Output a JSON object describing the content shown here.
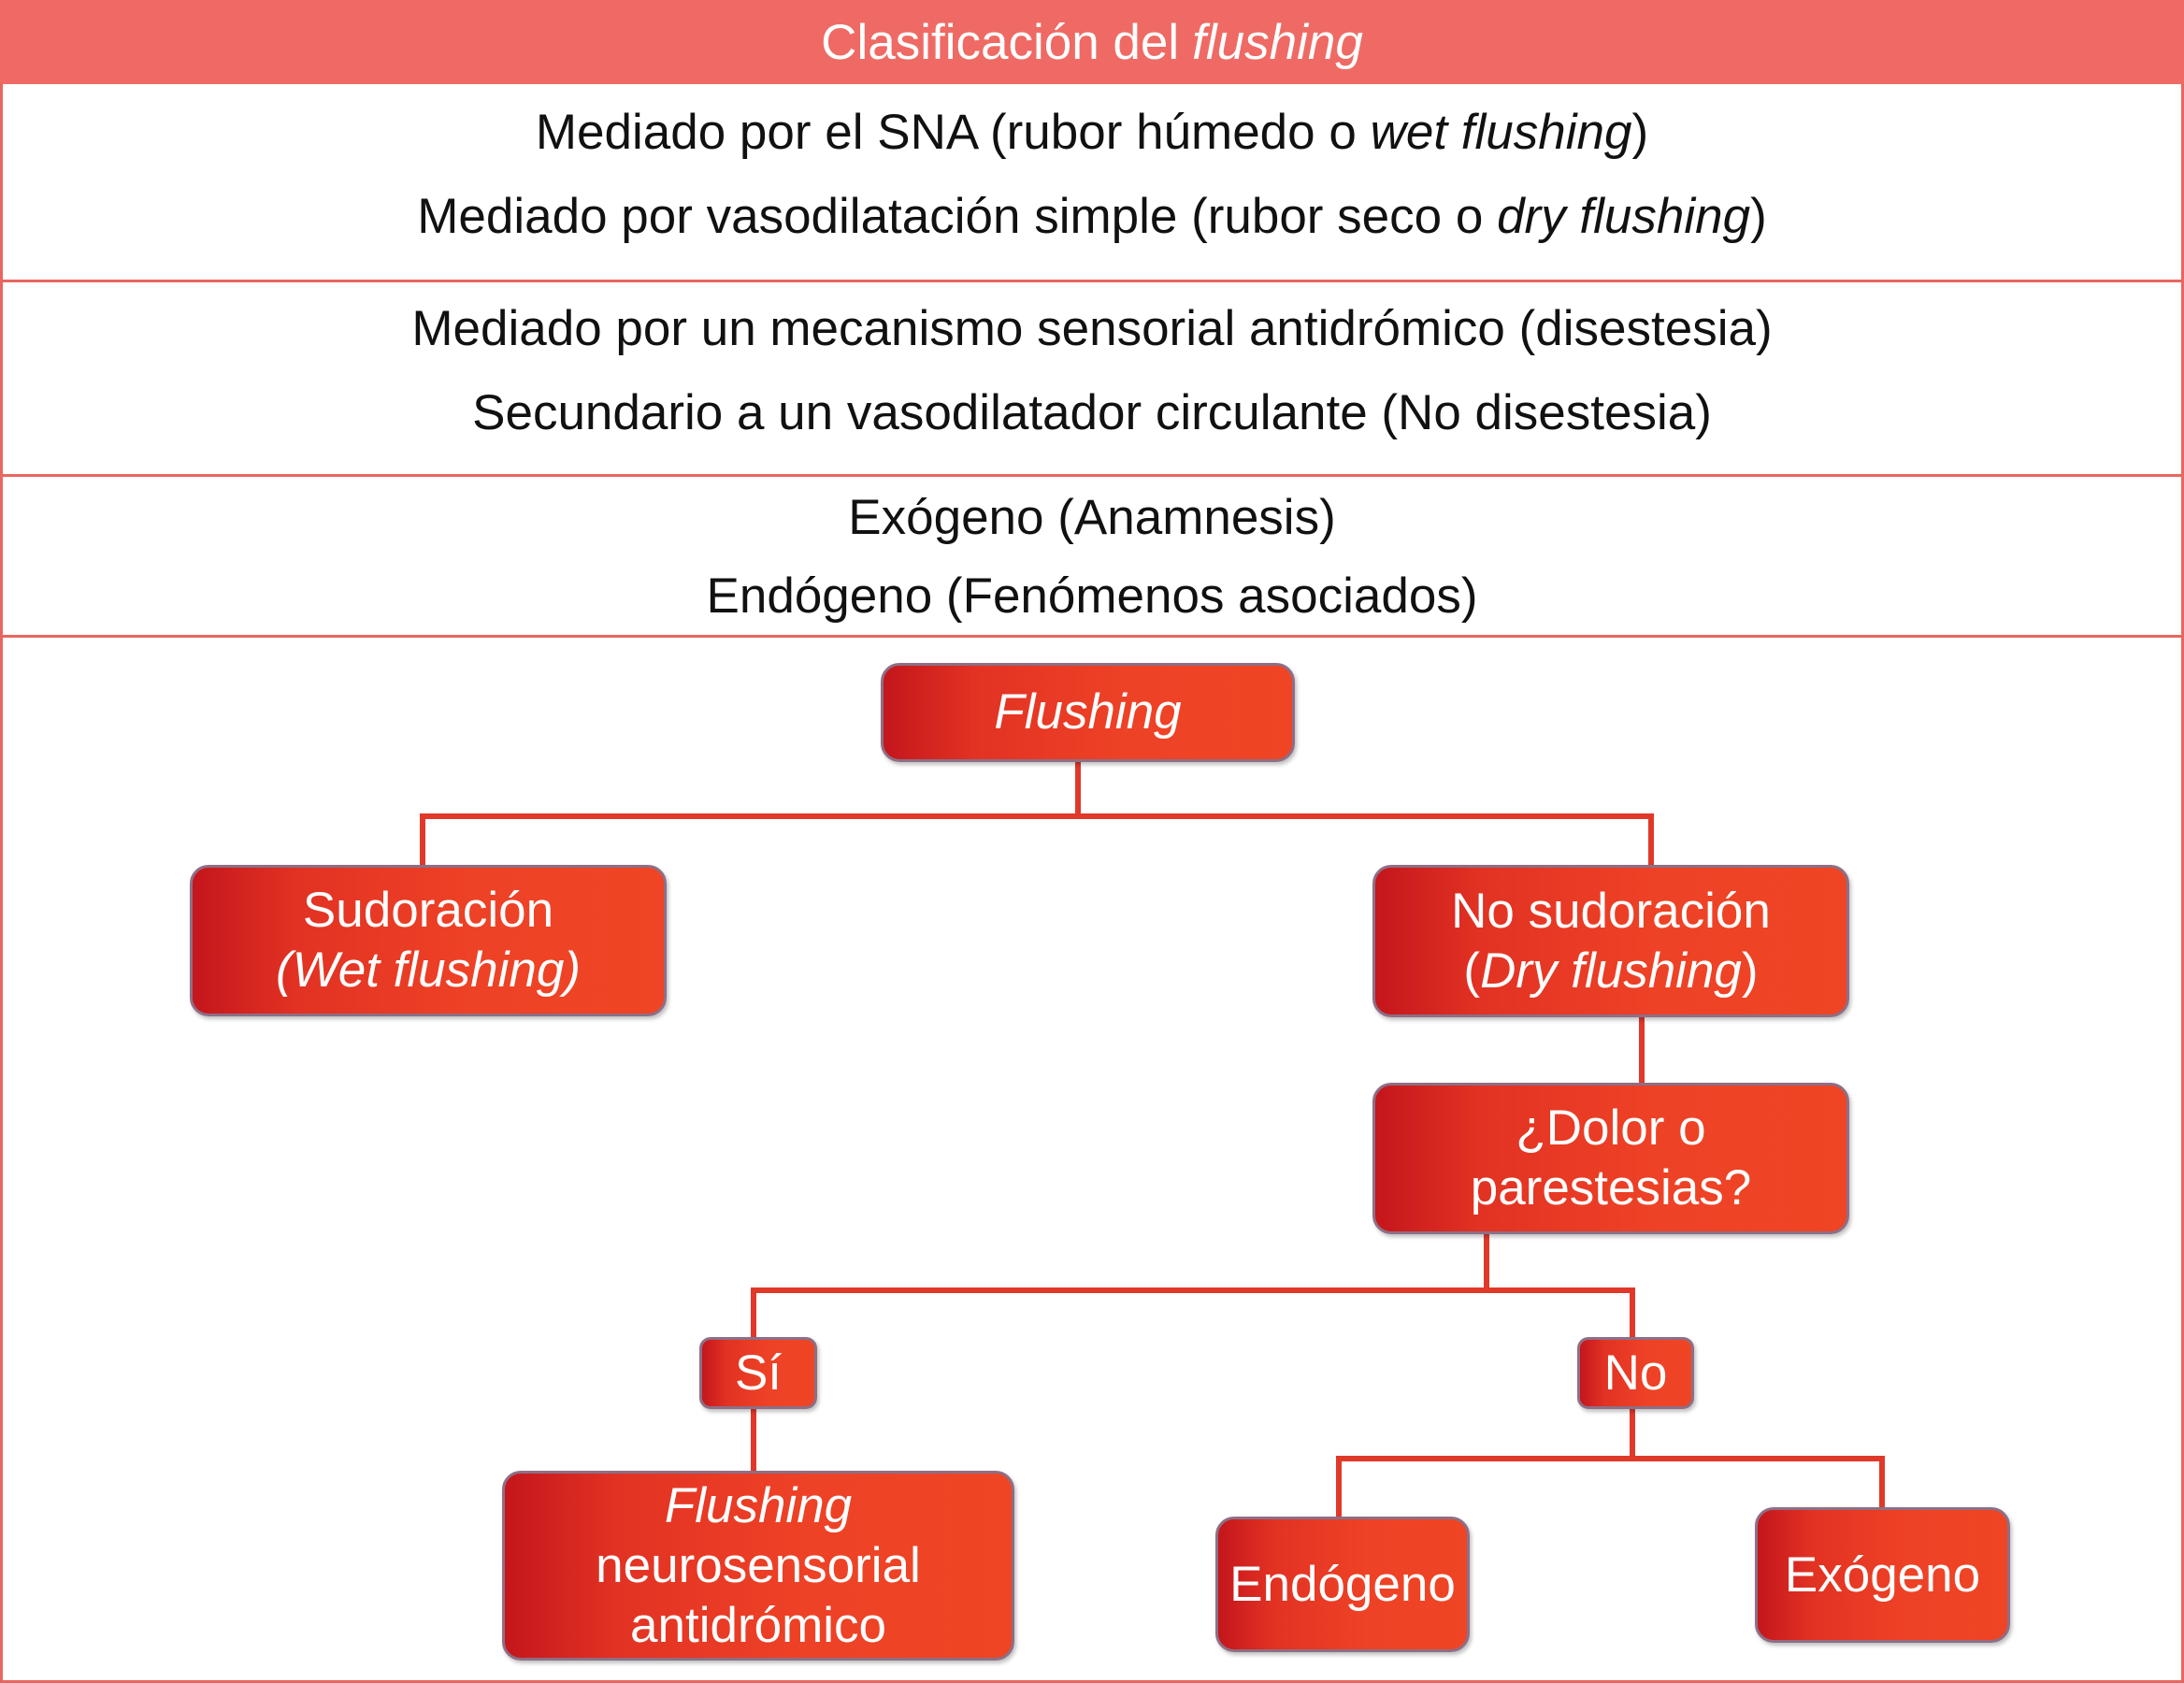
{
  "header": {
    "title_prefix": "Clasificación del",
    "title_italic": "flushing"
  },
  "sections": [
    {
      "line1": {
        "text": "Mediado por el SNA (rubor húmedo o ",
        "italic": "wet flushing",
        "after": ")"
      },
      "line2": {
        "text": "Mediado por vasodilatación simple (rubor seco o ",
        "italic": "dry flushing",
        "after": ")"
      }
    },
    {
      "line1": "Mediado por un mecanismo sensorial antidrómico (disestesia)",
      "line2": "Secundario a un vasodilatador circulante (No disestesia)"
    },
    {
      "line1": "Exógeno (Anamnesis)",
      "line2": "Endógeno (Fenómenos asociados)"
    }
  ],
  "flowchart": {
    "root": "Flushing",
    "wet": {
      "line1": "Sudoración",
      "line2": "(Wet flushing)"
    },
    "dry": {
      "line1": "No  sudoración",
      "line2_open": "(",
      "line2_italic": "Dry flushing",
      "line2_close": ")"
    },
    "question": {
      "line1": "¿Dolor o",
      "line2": "parestesias?"
    },
    "yes": "Sí",
    "no": "No",
    "neuro": {
      "line1": "Flushing",
      "line2": "neurosensorial",
      "line3": "antidrómico"
    },
    "endogenous": "Endógeno",
    "exogenous": "Exógeno"
  },
  "colors": {
    "header_bg": "#ef6a64",
    "border": "#e8665f",
    "node_red": "#ee4226",
    "connector": "#e0392a"
  }
}
